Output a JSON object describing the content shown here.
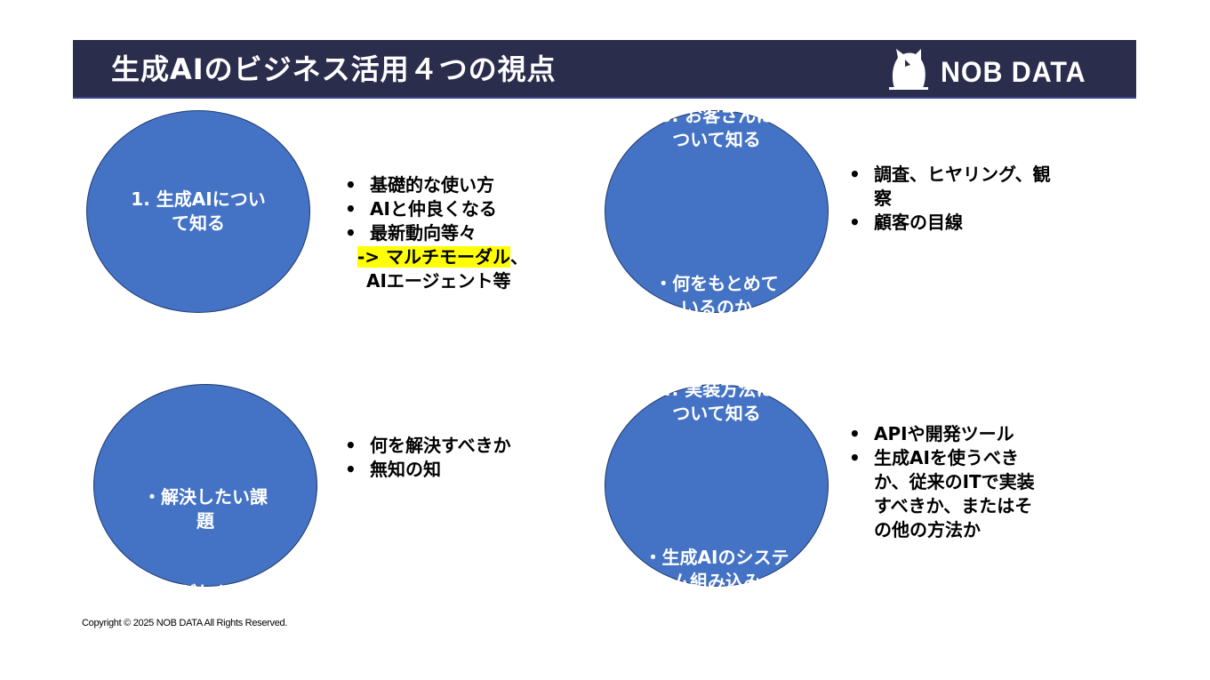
{
  "header": {
    "title": "生成AIのビジネス活用４つの視点",
    "logo_text": "NOB DATA",
    "logo_icon": "owl-icon"
  },
  "quadrants": [
    {
      "circle_title": "1. 生成AIについて知る",
      "circle_bullets": [],
      "bullets": [
        "基礎的な使い方",
        "AIと仲良くなる",
        "最新動向等々"
      ],
      "sub_highlight": "-> マルチモーダル",
      "sub_rest": "、",
      "sub_line2": "AIエージェント等"
    },
    {
      "circle_title": "2. 自分を知る",
      "circle_bullets": [
        "・解決したい課題",
        "・何がわかれば解けるか"
      ],
      "bullets": [
        "何を解決すべきか",
        "無知の知"
      ]
    },
    {
      "circle_title": "3. お客さんについて知る",
      "circle_bullets": [
        "・何をもとめているのか"
      ],
      "bullets": [
        "調査、ヒヤリング、観察",
        "顧客の目線"
      ]
    },
    {
      "circle_title": "4. 実装方法について知る",
      "circle_bullets": [
        "・生成AIのシステム組み込み"
      ],
      "bullets": [
        "APIや開発ツール",
        "生成AIを使うべきか、従来のITで実装すべきか、またはその他の方法か"
      ]
    }
  ],
  "footer": {
    "copyright": "Copyright © 2025 NOB DATA All Rights Reserved."
  },
  "colors": {
    "header_bg": "#2b2d4d",
    "circle_fill": "#4472c4",
    "highlight": "#ffff00"
  }
}
